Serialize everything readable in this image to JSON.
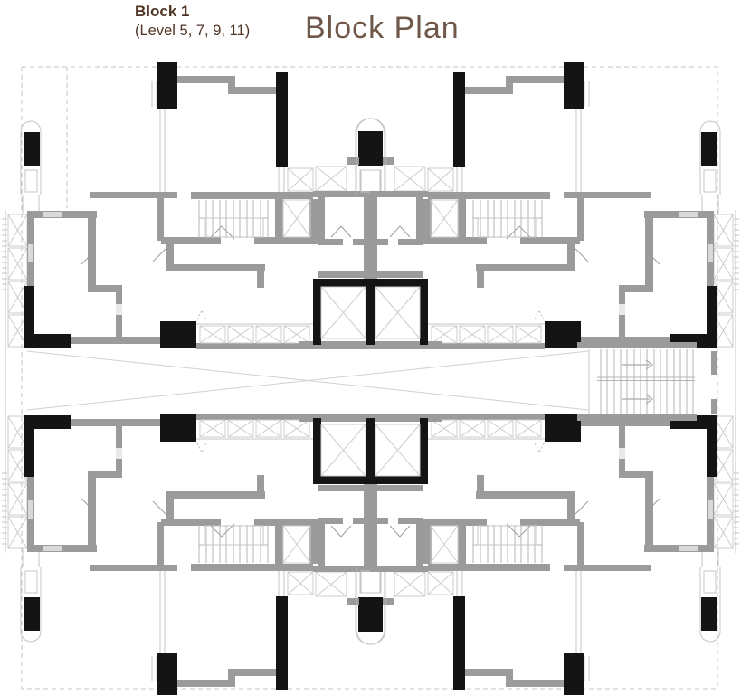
{
  "title": {
    "block_label": "Block 1",
    "levels_label": "(Level 5, 7, 9, 11)",
    "plan_title": "Block Plan"
  },
  "colors": {
    "background": "#ffffff",
    "title_dark_brown": "#503425",
    "title_light_brown": "#6f5849",
    "wall_gray": "#9b9b9b",
    "core_black": "#141414",
    "thin_line_gray": "#c4c4c4",
    "boundary_dashed_gray": "#c6c6c6"
  }
}
